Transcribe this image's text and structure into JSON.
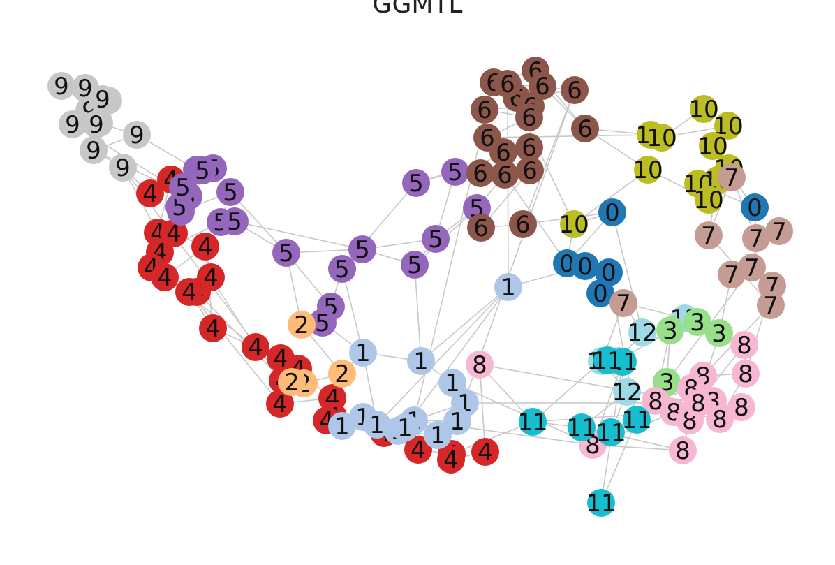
{
  "title": "GGMTL",
  "palette": {
    "0": "#1f77b4",
    "1": "#aec7e8",
    "2": "#ffbb78",
    "3": "#98df8a",
    "4": "#d62728",
    "5": "#9467bd",
    "6": "#8c564b",
    "7": "#c49c94",
    "8": "#f7b6d2",
    "9": "#c7c7c7",
    "10": "#bcbd22",
    "11": "#17becf",
    "12": "#9edae5"
  },
  "edge_color": "#c8c8c8",
  "nodes": [
    {
      "label": "9"
    },
    {
      "label": "9"
    },
    {
      "label": "9"
    },
    {
      "label": "9"
    },
    {
      "label": "9"
    },
    {
      "label": "9"
    },
    {
      "label": "9"
    },
    {
      "label": "9"
    },
    {
      "label": "9"
    },
    {
      "label": "9"
    },
    {
      "label": "9"
    },
    {
      "label": "4"
    },
    {
      "label": "4"
    },
    {
      "label": "4"
    },
    {
      "label": "4"
    },
    {
      "label": "4"
    },
    {
      "label": "4"
    },
    {
      "label": "4"
    },
    {
      "label": "4"
    },
    {
      "label": "4"
    },
    {
      "label": "4"
    },
    {
      "label": "4"
    },
    {
      "label": "4"
    },
    {
      "label": "4"
    },
    {
      "label": "4"
    },
    {
      "label": "4"
    },
    {
      "label": "4"
    },
    {
      "label": "4"
    },
    {
      "label": "4"
    },
    {
      "label": "4"
    },
    {
      "label": "4"
    },
    {
      "label": "4"
    },
    {
      "label": "4"
    },
    {
      "label": "4"
    },
    {
      "label": "4"
    },
    {
      "label": "4"
    },
    {
      "label": "5"
    },
    {
      "label": "5"
    },
    {
      "label": "5"
    },
    {
      "label": "5"
    },
    {
      "label": "5"
    },
    {
      "label": "5"
    },
    {
      "label": "5"
    },
    {
      "label": "5"
    },
    {
      "label": "5"
    },
    {
      "label": "5"
    },
    {
      "label": "5"
    },
    {
      "label": "5"
    },
    {
      "label": "5"
    },
    {
      "label": "5"
    },
    {
      "label": "5"
    },
    {
      "label": "5"
    },
    {
      "label": "5"
    },
    {
      "label": "5"
    },
    {
      "label": "5"
    },
    {
      "label": "5"
    },
    {
      "label": "2"
    },
    {
      "label": "2"
    },
    {
      "label": "2"
    },
    {
      "label": "2"
    },
    {
      "label": "1"
    },
    {
      "label": "1"
    },
    {
      "label": "1"
    },
    {
      "label": "1"
    },
    {
      "label": "1"
    },
    {
      "label": "1"
    },
    {
      "label": "1"
    },
    {
      "label": "1"
    },
    {
      "label": "1"
    },
    {
      "label": "1"
    },
    {
      "label": "1"
    },
    {
      "label": "1"
    },
    {
      "label": "1"
    },
    {
      "label": "6"
    },
    {
      "label": "6"
    },
    {
      "label": "6"
    },
    {
      "label": "6"
    },
    {
      "label": "6"
    },
    {
      "label": "6"
    },
    {
      "label": "6"
    },
    {
      "label": "6"
    },
    {
      "label": "6"
    },
    {
      "label": "6"
    },
    {
      "label": "6"
    },
    {
      "label": "6"
    },
    {
      "label": "6"
    },
    {
      "label": "6"
    },
    {
      "label": "6"
    },
    {
      "label": "6"
    },
    {
      "label": "6"
    },
    {
      "label": "6"
    },
    {
      "label": "10"
    },
    {
      "label": "10"
    },
    {
      "label": "10"
    },
    {
      "label": "10"
    },
    {
      "label": "10"
    },
    {
      "label": "10"
    },
    {
      "label": "10"
    },
    {
      "label": "10"
    },
    {
      "label": "10"
    },
    {
      "label": "10"
    },
    {
      "label": "10"
    },
    {
      "label": "0"
    },
    {
      "label": "0"
    },
    {
      "label": "0"
    },
    {
      "label": "0"
    },
    {
      "label": "0"
    },
    {
      "label": "0"
    },
    {
      "label": "7"
    },
    {
      "label": "7"
    },
    {
      "label": "7"
    },
    {
      "label": "7"
    },
    {
      "label": "7"
    },
    {
      "label": "7"
    },
    {
      "label": "7"
    },
    {
      "label": "7"
    },
    {
      "label": "7"
    },
    {
      "label": "12"
    },
    {
      "label": "12"
    },
    {
      "label": "12"
    },
    {
      "label": "12"
    },
    {
      "label": "12"
    },
    {
      "label": "3"
    },
    {
      "label": "3"
    },
    {
      "label": "3"
    },
    {
      "label": "3"
    },
    {
      "label": "8"
    },
    {
      "label": "8"
    },
    {
      "label": "8"
    },
    {
      "label": "8"
    },
    {
      "label": "8"
    },
    {
      "label": "8"
    },
    {
      "label": "8"
    },
    {
      "label": "8"
    },
    {
      "label": "8"
    },
    {
      "label": "8"
    },
    {
      "label": "8"
    },
    {
      "label": "8"
    },
    {
      "label": "8"
    },
    {
      "label": "8"
    },
    {
      "label": "11"
    },
    {
      "label": "11"
    },
    {
      "label": "11"
    },
    {
      "label": "11"
    },
    {
      "label": "11"
    },
    {
      "label": "11"
    },
    {
      "label": "11"
    },
    {
      "label": "11"
    }
  ]
}
